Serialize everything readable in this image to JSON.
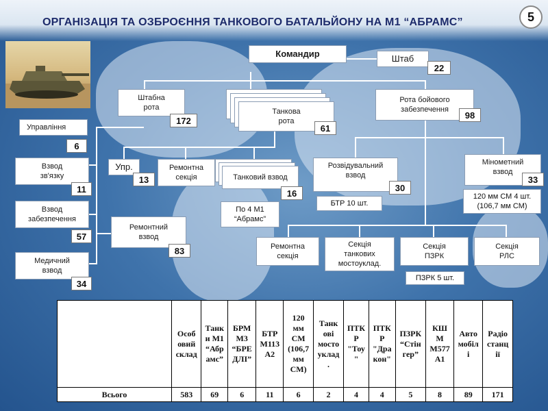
{
  "title": "ОРГАНІЗАЦІЯ ТА ОЗБРОЄННЯ  ТАНКОВОГО БАТАЛЬЙОНУ НА М1 “АБРАМС”",
  "page_number": "5",
  "photo_icon": "tank-photo",
  "nodes": {
    "commander": {
      "label": "Командир"
    },
    "staff": {
      "label": "Штаб",
      "count": "22"
    },
    "hq_company": {
      "label": "Штабна\nрота",
      "count": "172"
    },
    "tank_company": {
      "label": "Танкова\nрота",
      "count": "61"
    },
    "support_company": {
      "label": "Рота бойового\nзабезпечення",
      "count": "98"
    },
    "management": {
      "label": "Управління",
      "count": "6"
    },
    "comms_platoon": {
      "label": "Взвод\nзв'язку",
      "count": "11"
    },
    "supply_platoon": {
      "label": "Взвод\nзабезпечення",
      "count": "57"
    },
    "medical_platoon": {
      "label": "Медичний\nвзвод",
      "count": "34"
    },
    "company_mgmt": {
      "label": "Упр.",
      "count": "13"
    },
    "company_repair": {
      "label": "Ремонтна\nсекція"
    },
    "tank_platoon": {
      "label": "Танковий взвод",
      "count": "16"
    },
    "tank_platoon_note": "По 4  М1\n“Абрамс”",
    "repair_platoon": {
      "label": "Ремонтний\nвзвод",
      "count": "83"
    },
    "recon_platoon": {
      "label": "Розвідувальний\nвзвод",
      "count": "30"
    },
    "recon_note": "БТР 10 шт.",
    "mortar_platoon": {
      "label": "Мінометний\nвзвод",
      "count": "33"
    },
    "mortar_note": "120 мм СМ 4 шт.\n(106,7 мм СМ)",
    "repair_section": {
      "label": "Ремонтна\nсекція"
    },
    "bridge_section": {
      "label": "Секція\nтанкових\nмостоуклад."
    },
    "air_defense_section": {
      "label": "Секція\nПЗРК"
    },
    "radar_section": {
      "label": "Секція\nРЛС"
    },
    "air_defense_note": "ПЗРК 5 шт."
  },
  "table": {
    "headers": [
      "",
      "Особ\nовий\nсклад",
      "Танк\nи М1\n“Абр\nамс”",
      "БРМ\nМ3\n“БРЕ\nДЛІ”",
      "БТР\nМ113\nА2",
      "120\nмм\nСМ\n(106,7\nмм\nСМ)",
      "Танк\nові\nмосто\nуклад\n.",
      "ПТК\nР\n\"Тоу\n\"",
      "ПТК\nР\n\"Дра\nкон\"",
      "ПЗРК\n“Стін\nгер”",
      "КШ\nМ\nМ577\nА1",
      "Авто\nмобіл\nі",
      "Радіо\nстанц\nії"
    ],
    "row": [
      "Всього",
      "583",
      "69",
      "6",
      "11",
      "6",
      "2",
      "4",
      "4",
      "5",
      "8",
      "89",
      "171"
    ]
  }
}
